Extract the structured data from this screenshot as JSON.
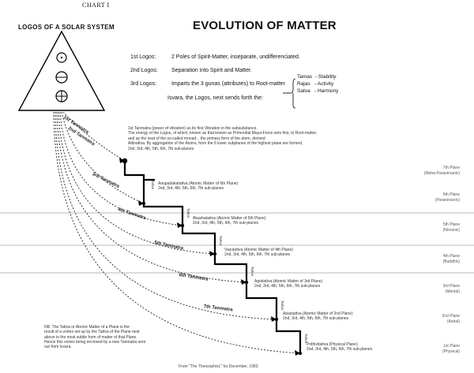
{
  "header": {
    "chart_number": "CHART I",
    "left_title": "LOGOS OF A  SOLAR SYSTEM",
    "main_title": "EVOLUTION OF MATTER"
  },
  "logoi": [
    {
      "label": "1st Logos:",
      "text": "2 Poles of Spirit-Matter, inseparate, undifferenciated."
    },
    {
      "label": "2nd Logos:",
      "text": "Separation into Spirit and Matter."
    },
    {
      "label": "3rd Logos:",
      "text": "Imparts the 3 gunas (attributes) to Root-matter"
    }
  ],
  "isvara": "Isvara, the Logos, next sends forth the:",
  "gunas": [
    {
      "name": "Tamas",
      "quality": "Stability"
    },
    {
      "name": "Rajas",
      "quality": "Activity"
    },
    {
      "name": "Satva",
      "quality": "Harmony"
    }
  ],
  "first_tanmatra": [
    "1st Tanmatra (power of vibration) as its first Vibration in the subsubstance.",
    "The energy of the Logos, of which, known as that known as Primordial Maya-Force sets first, to Root-matter,",
    "and as the seat of the so-called monad... the primary form of the atom, derived",
    "Adinattva. By aggregation of the Atoms, from the 6 lower subplanes of the highest plane are formed,",
    "2nd, 3rd, 4th, 5th, 6th, 7th sub-planes."
  ],
  "tanmatras": [
    "1st Tanmatra",
    "2nd Tanmatra",
    "3rd Tanmatra",
    "4th Tanmatra",
    "5th Tanmatra",
    "6th Tanmatra",
    "7th Tanmatra"
  ],
  "tattvas": [
    {
      "desc1": "Anupadakatattva (Atomic Matter of 6th Plane)",
      "desc2": "2nd, 3rd, 4th, 5th, 6th, 7th sub-planes",
      "vlabel": "Tattva"
    },
    {
      "desc1": "Akashatattva (Atomic Matter of 5th Plane)",
      "desc2": "2nd, 3rd, 4th, 5th, 6th, 7th sub-planes",
      "vlabel": "Tattva"
    },
    {
      "desc1": "Vayutattva (Atomic Matter of 4th Plane)",
      "desc2": "2nd, 3rd, 4th, 5th, 6th, 7th sub-planes",
      "vlabel": "Tattva"
    },
    {
      "desc1": "Agnitattva (Atomic Matter of 3rd Plane)",
      "desc2": "2nd, 3rd, 4th, 5th, 6th, 7th sub-planes",
      "vlabel": "Tattva"
    },
    {
      "desc1": "Apastattva (Atomic Matter of 2nd Plane)",
      "desc2": "2nd, 3rd, 4th, 5th, 6th, 7th sub-planes",
      "vlabel": "Tattva"
    },
    {
      "desc1": "Prithivitattva (Physical Plane)",
      "desc2": "2nd, 3rd, 4th, 5th, 6th, 7th sub-planes",
      "vlabel": "Tattva"
    }
  ],
  "planes": [
    {
      "line1": "7th Plane",
      "line2": "(Maha-Paranirvanic)"
    },
    {
      "line1": "6th Plane",
      "line2": "(Paranirvanic)"
    },
    {
      "line1": "5th Plane",
      "line2": "(Nirvanic)"
    },
    {
      "line1": "4th Plane",
      "line2": "(Buddhic)"
    },
    {
      "line1": "3rd Plane",
      "line2": "(Mental)"
    },
    {
      "line1": "2nd Plane",
      "line2": "(Astral)"
    },
    {
      "line1": "1st Plane",
      "line2": "(Physical)"
    }
  ],
  "note": [
    "NB.  The Tattva or Atomic Matter of a Plane is the",
    "result of a vortex set up by the Tattva of the Plane next",
    "above in the most subtle form of matter of that Plane.",
    "Hence this vortex being enclosed by a new Tanmatra sent",
    "out from Isvara."
  ],
  "footer": "From \"The Theosophist,\" for December, 1983."
}
